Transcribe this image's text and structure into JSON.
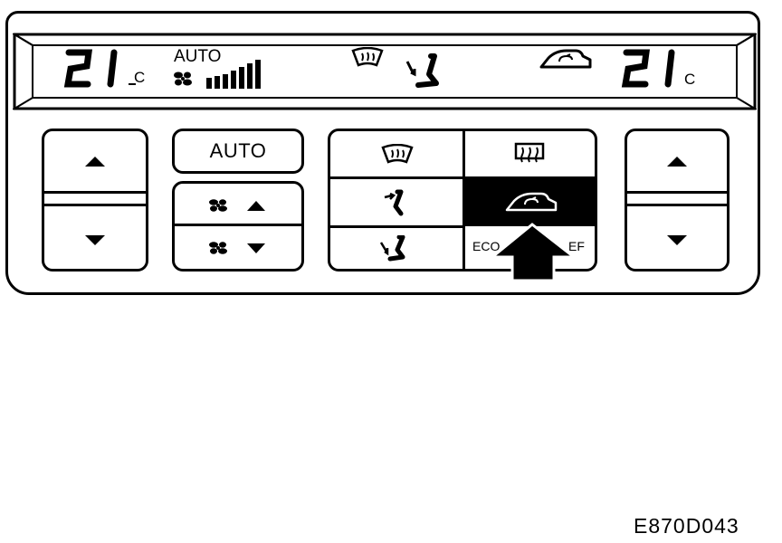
{
  "display": {
    "left_temp": "21",
    "left_unit": "C",
    "right_temp": "21",
    "right_unit": "C",
    "mode_label": "AUTO",
    "fan_level": 7
  },
  "controls": {
    "auto_button_label": "AUTO",
    "eco_label_left": "ECO",
    "eco_label_right": "EF"
  },
  "figure_code": "E870D043",
  "icons": {
    "fan": "fan-icon",
    "defrost": "windshield-defrost-icon",
    "rear_defrost": "rear-defrost-icon",
    "recirculation": "recirculation-car-icon",
    "face_vent": "face-vent-icon",
    "foot_vent": "foot-vent-icon"
  }
}
